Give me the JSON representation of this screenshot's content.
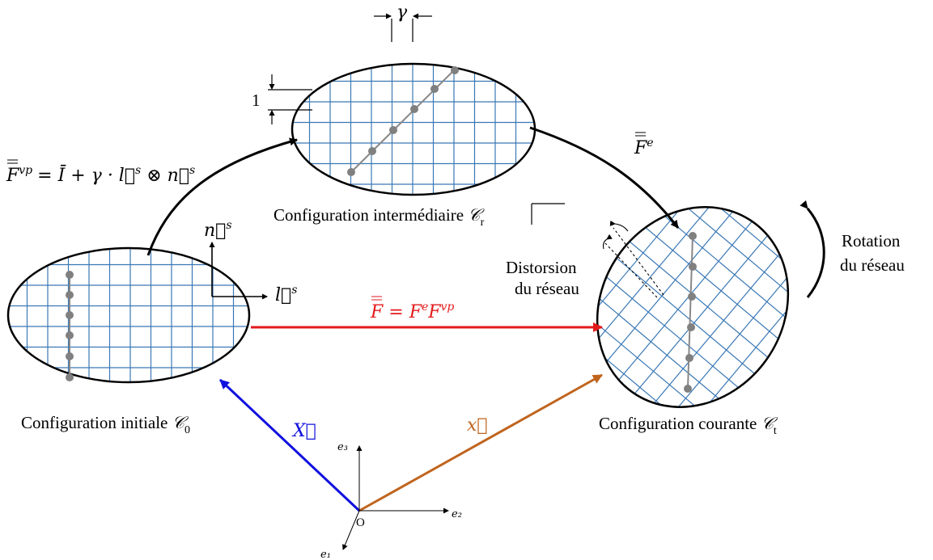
{
  "configs": {
    "initial": {
      "label": "Configuration initiale ",
      "symbol": "𝒞",
      "sub": "0"
    },
    "intermediate": {
      "label": "Configuration intermédiaire ",
      "symbol": "𝒞",
      "sub": "r"
    },
    "current": {
      "label": "Configuration courante ",
      "symbol": "𝒞",
      "sub": "t"
    }
  },
  "gradients": {
    "F_vp": {
      "base": "F",
      "sup": "vp",
      "rhs": "= Ī + γ · l⃗",
      "rhs_sup": "s",
      "tensor": " ⊗ n⃗",
      "tensor_sup": "s"
    },
    "F_e": {
      "base": "F",
      "sup": "e"
    },
    "F_total": {
      "lhs": "F",
      "eq": " = ",
      "f1": "F",
      "s1": "e",
      "f2": "F",
      "s2": "vp"
    }
  },
  "slip": {
    "n": "n⃗",
    "n_sup": "s",
    "l": "l⃗",
    "l_sup": "s"
  },
  "dims": {
    "gamma": "γ",
    "one": "1"
  },
  "annotations": {
    "distortion_1": "Distorsion",
    "distortion_2": "du réseau",
    "rotation_1": "Rotation",
    "rotation_2": "du réseau"
  },
  "positions": {
    "X": "X⃗",
    "x": "x⃗"
  },
  "axes": {
    "origin": "O",
    "e1": "e₁",
    "e2": "e₂",
    "e3": "e₃"
  },
  "colors": {
    "grid": "#3a78b5",
    "dots": "#808080",
    "total_map": "#e31a1c",
    "X_vector": "#1010e0",
    "x_vector": "#c0641e"
  }
}
